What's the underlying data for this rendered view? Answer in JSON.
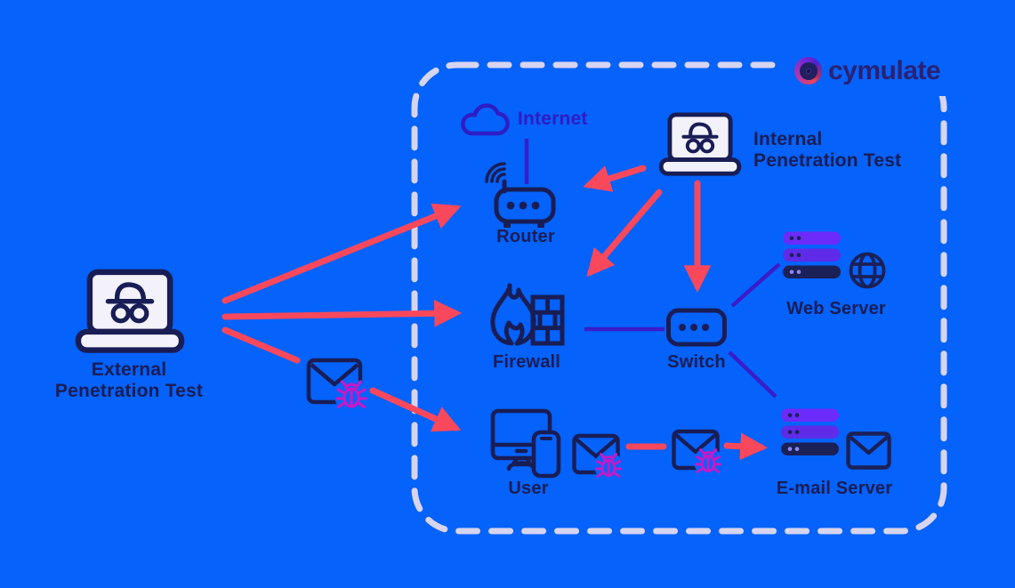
{
  "logo": {
    "brand": "cymulate"
  },
  "labels": {
    "internet": "Internet",
    "router": "Router",
    "firewall": "Firewall",
    "switch": "Switch",
    "web_server": "Web Server",
    "user": "User",
    "email_server": "E-mail Server",
    "external_test_line1": "External",
    "external_test_line2": "Penetration Test",
    "internal_test_line1": "Internal",
    "internal_test_line2": "Penetration Test"
  },
  "colors": {
    "background": "#0562FA",
    "icon_navy": "#191D55",
    "attack_arrow_red": "#F9485C",
    "malware_bug_magenta": "#C719C7",
    "network_link_purple": "#3A1CC9",
    "internet_text_blue": "#2E1DC5",
    "boundary_dash_lavender": "#D7D4F0",
    "server_bar_purple_top": "#6D2BFB",
    "server_bar_purple_mid": "#5F2BE8",
    "server_bar_navy_bottom": "#1B2057",
    "logo_indigo": "#292174",
    "laptop_screen": "#F3F2FB"
  },
  "icons": [
    "internet-cloud-icon",
    "router-icon",
    "firewall-icon",
    "switch-icon",
    "web-server-icon",
    "globe-icon",
    "user-devices-icon",
    "email-server-icon",
    "envelope-icon",
    "bug-icon",
    "incognito-laptop-icon",
    "cymulate-logo-icon"
  ]
}
